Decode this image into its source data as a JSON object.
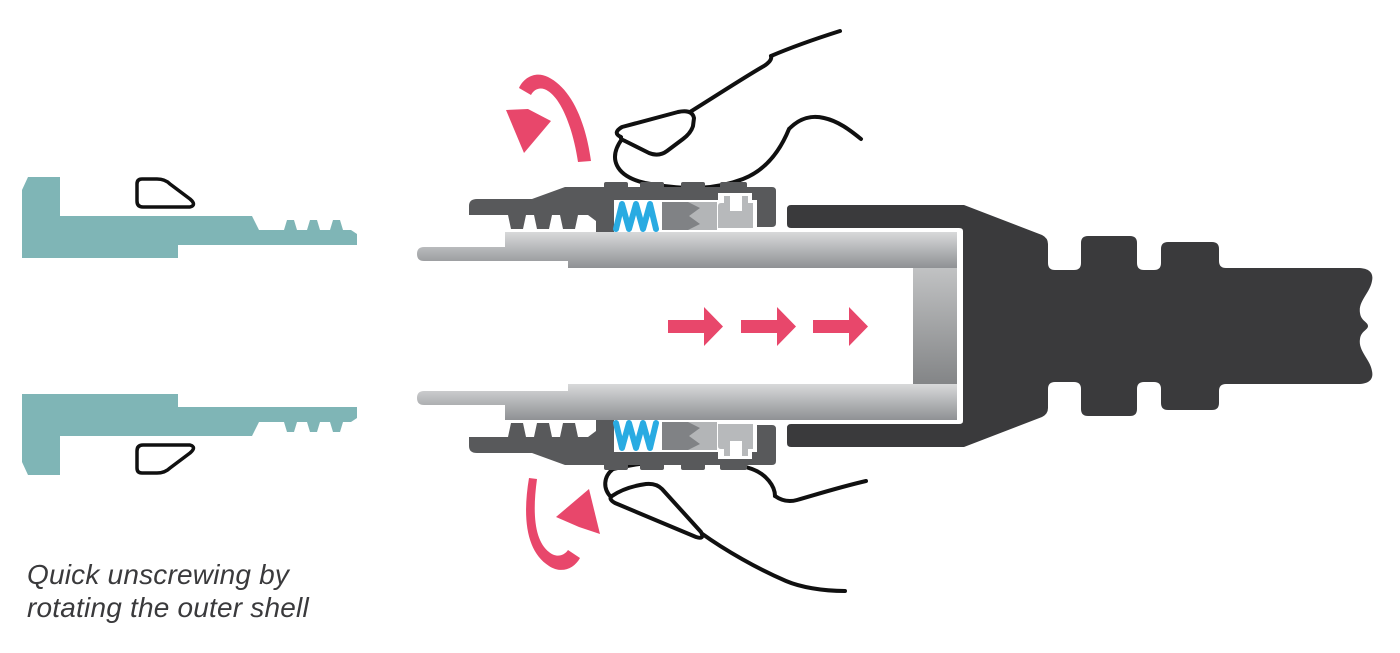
{
  "figure": {
    "caption": {
      "line1": "Quick unscrewing by",
      "line2": "rotating the outer shell"
    }
  },
  "annotations": {
    "push_arrows": {
      "count": 3,
      "direction": "right"
    },
    "rotation_arrows": {
      "count": 2,
      "meaning": "rotate outer shell"
    }
  },
  "colors": {
    "teal": "#7FB5B6",
    "sleeve_gray": "#58595B",
    "backshell": "#3A3A3C",
    "collet_gray": "#808285",
    "collet_light": "#B3B5B7",
    "collar_gray": "#B7B9BB",
    "spring_blue": "#29ABE2",
    "arrow_pink": "#E8476B",
    "line_black": "#101010",
    "white": "#FFFFFF"
  }
}
